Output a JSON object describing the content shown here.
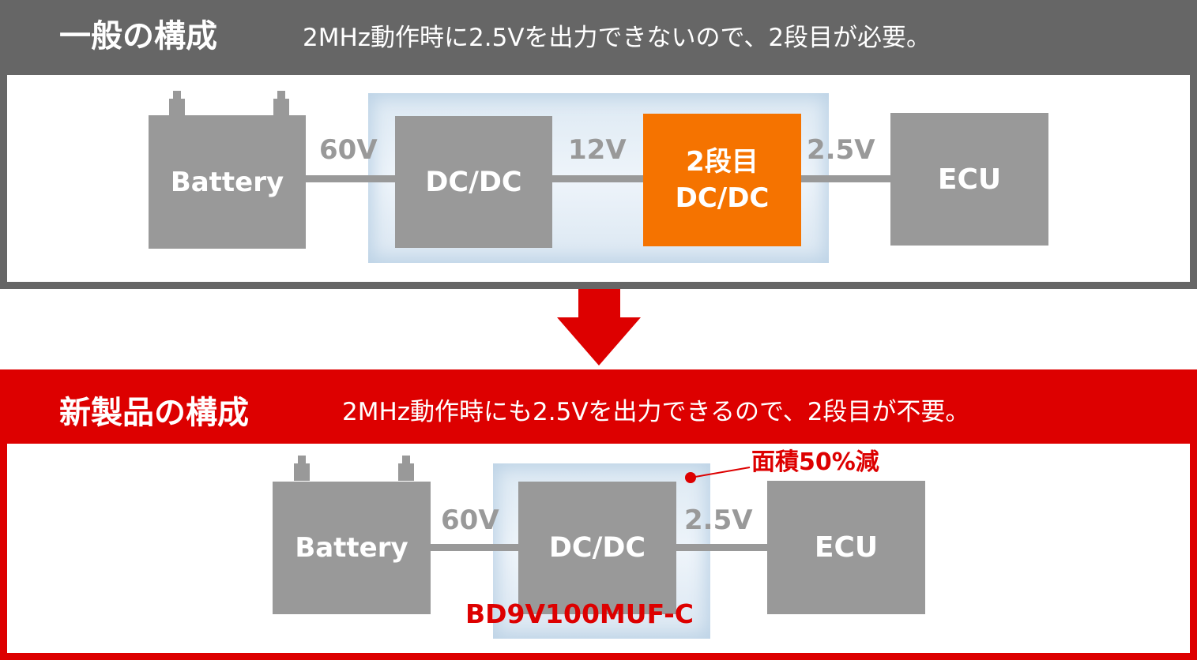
{
  "top_section": {
    "title": "一般の構成",
    "description": "2MHz動作時に2.5Vを出力できないので、2段目が必要。",
    "blocks": {
      "battery": "Battery",
      "dcdc1": "DC/DC",
      "dcdc2_line1": "2段目",
      "dcdc2_line2": "DC/DC",
      "ecu": "ECU"
    },
    "voltages": {
      "battery_to_dcdc": "60V",
      "dcdc_to_dcdc2": "12V",
      "dcdc2_to_ecu": "2.5V"
    }
  },
  "arrow": {
    "direction": "down",
    "color": "#dd0000"
  },
  "bottom_section": {
    "title": "新製品の構成",
    "description": "2MHz動作時にも2.5Vを出力できるので、2段目が不要。",
    "blocks": {
      "battery": "Battery",
      "dcdc": "DC/DC",
      "ecu": "ECU"
    },
    "voltages": {
      "battery_to_dcdc": "60V",
      "dcdc_to_ecu": "2.5V"
    },
    "area_callout": "面積50%減",
    "product_name": "BD9V100MUF-C"
  },
  "colors": {
    "top_frame": "#666666",
    "bottom_frame": "#dd0000",
    "block_gray": "#999999",
    "highlight_orange": "#f57300",
    "glow_blue": "#dde9f3"
  }
}
